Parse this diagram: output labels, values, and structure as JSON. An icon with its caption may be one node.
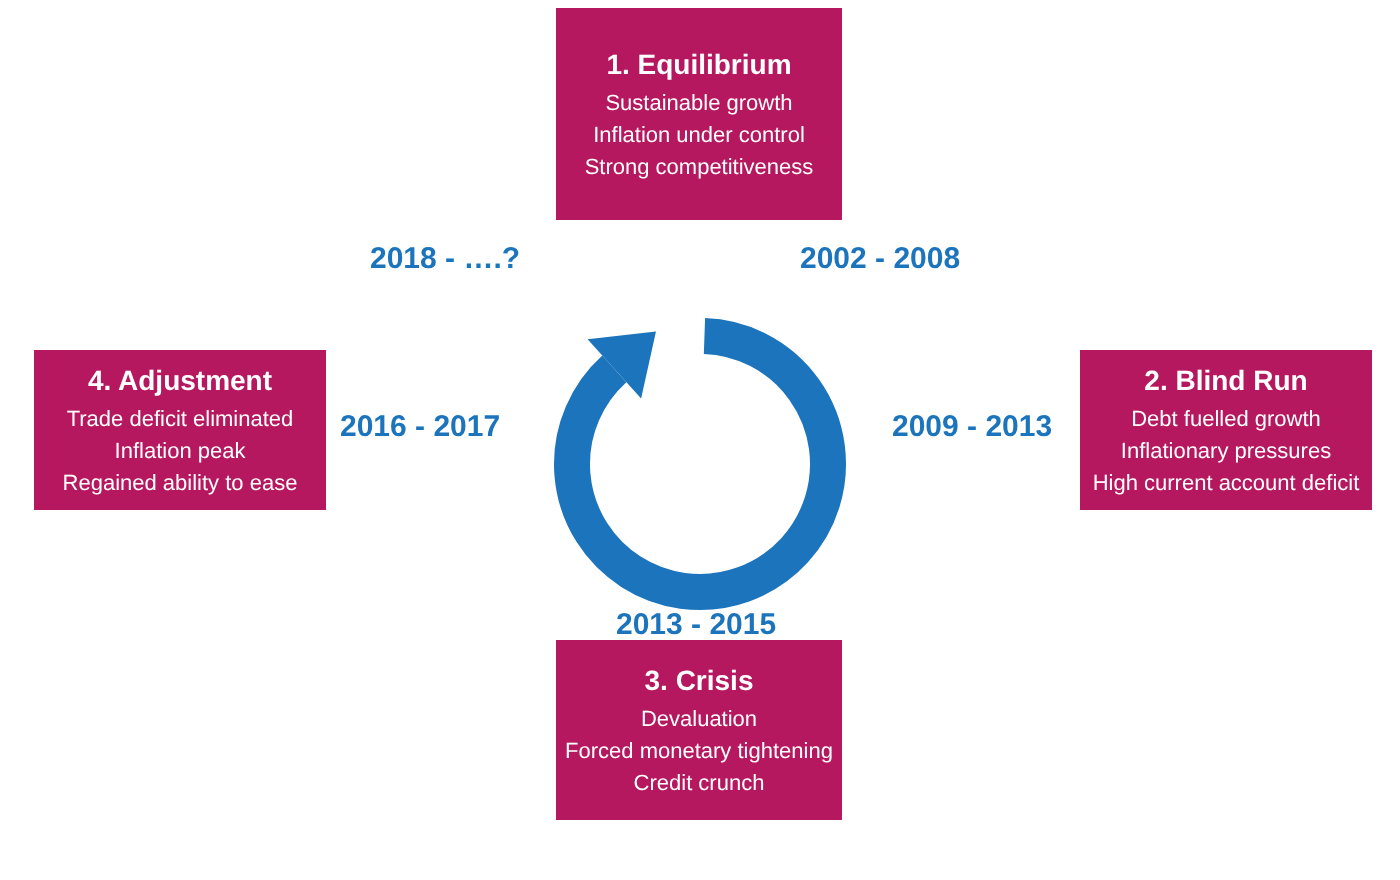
{
  "diagram": {
    "nodes": [
      {
        "text": [
          "1. Equilibrium",
          "Sustainable growth",
          "Inflation under control",
          "Strong competitiveness"
        ]
      },
      {
        "text": [
          "2. Blind Run",
          "Debt fuelled growth",
          "Inflationary pressures",
          "High current account deficit"
        ]
      },
      {
        "text": [
          "3. Crisis",
          "Devaluation",
          "Forced monetary tightening",
          "Credit crunch"
        ]
      },
      {
        "text": [
          "4. Adjustment",
          "Trade deficit eliminated",
          "Inflation peak",
          "Regained ability to ease"
        ]
      }
    ],
    "labels": [
      "2018 - ….?",
      "2002 - 2008",
      "2016 - 2017",
      "2009 - 2013",
      "2013 - 2015"
    ]
  }
}
